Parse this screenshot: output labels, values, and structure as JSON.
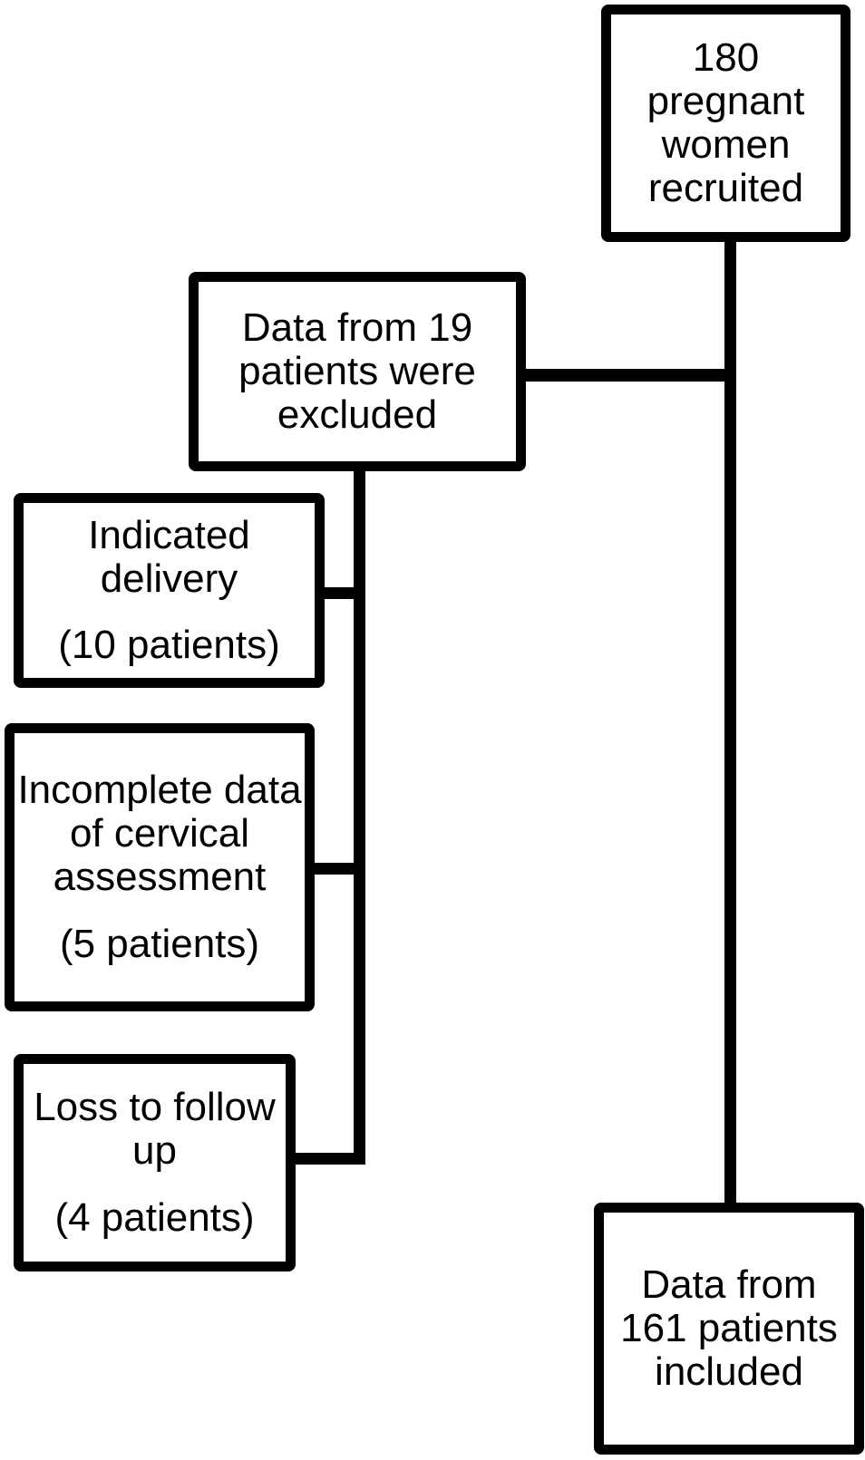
{
  "boxes": {
    "recruited": {
      "lines": [
        "180",
        "pregnant",
        "women",
        "recruited"
      ]
    },
    "excluded": {
      "lines": [
        "Data from 19",
        "patients were",
        "excluded"
      ]
    },
    "indicated_delivery": {
      "lines": [
        "Indicated",
        "delivery"
      ],
      "count": "(10 patients)"
    },
    "incomplete_data": {
      "lines": [
        "Incomplete data",
        "of cervical",
        "assessment"
      ],
      "count": "(5 patients)"
    },
    "loss_to_follow_up": {
      "lines": [
        "Loss to follow",
        "up"
      ],
      "count": "(4 patients)"
    },
    "included": {
      "lines": [
        "Data from",
        "161 patients",
        "included"
      ]
    }
  },
  "colors": {
    "line": "#000000",
    "box_border": "#000000",
    "box_fill": "#ffffff",
    "text": "#000000",
    "background": "#ffffff"
  }
}
